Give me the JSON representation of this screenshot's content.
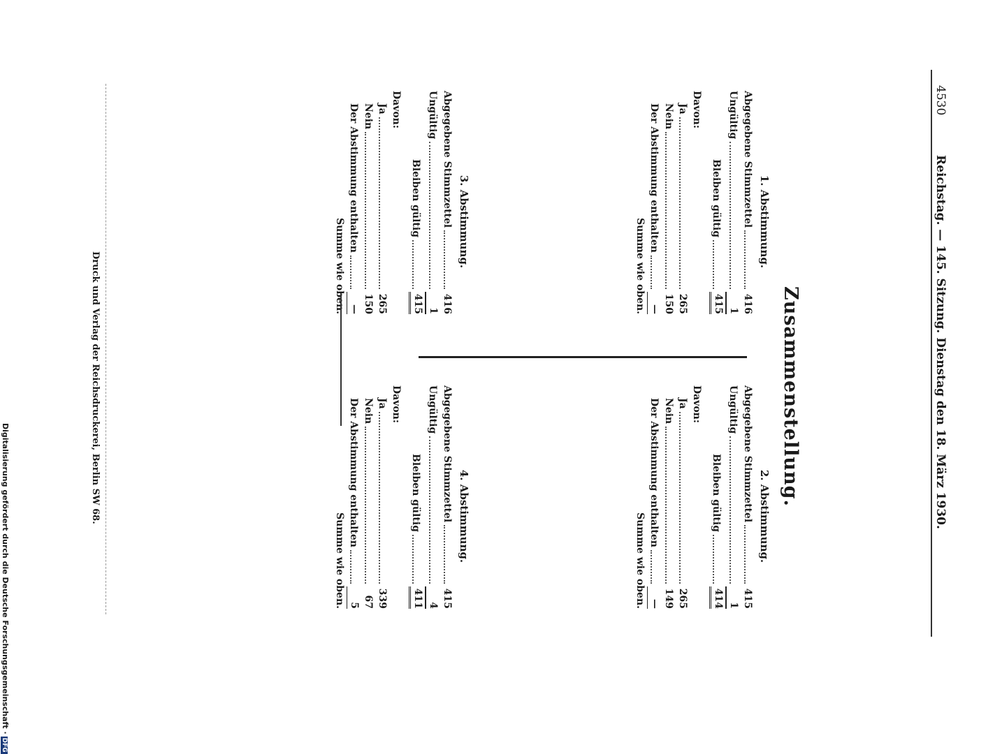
{
  "header": {
    "page_number": "4530",
    "title": "Reichstag. — 145. Sitzung. Dienstag den 18. März 1930."
  },
  "main_title": "Zusammenstellung.",
  "labels": {
    "abgegeben": "Abgegebene Stimmzettel",
    "ungueltig": "Ungültig",
    "bleiben": "Bleiben gültig",
    "davon": "Davon:",
    "ja": "Ja",
    "nein": "Nein",
    "enthalten": "Der Abstimmung enthalten",
    "summe": "Summe wie oben."
  },
  "sections": [
    {
      "title": "1. Abstimmung.",
      "abgegeben": "416",
      "ungueltig": "1",
      "bleiben": "415",
      "ja": "265",
      "nein": "150",
      "enthalten": "—"
    },
    {
      "title": "2. Abstimmung.",
      "abgegeben": "415",
      "ungueltig": "1",
      "bleiben": "414",
      "ja": "265",
      "nein": "149",
      "enthalten": "—"
    },
    {
      "title": "3. Abstimmung.",
      "abgegeben": "416",
      "ungueltig": "1",
      "bleiben": "415",
      "ja": "265",
      "nein": "150",
      "enthalten": "—"
    },
    {
      "title": "4. Abstimmung.",
      "abgegeben": "415",
      "ungueltig": "4",
      "bleiben": "411",
      "ja": "339",
      "nein": "67",
      "enthalten": "5"
    }
  ],
  "footer": "Druck und Verlag der Reichsdruckerei, Berlin SW 68.",
  "credit": "Digitalisierung gefördert durch die Deutsche Forschungsgemeinschaft ·",
  "credit_logo": "DFG"
}
